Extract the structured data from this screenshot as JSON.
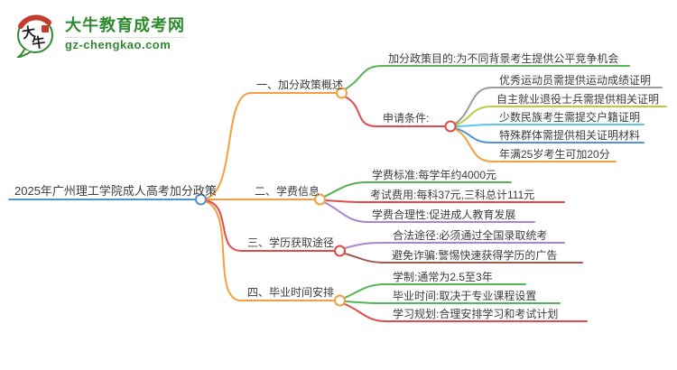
{
  "brand": {
    "name": "大牛教育成考网",
    "domain": "gz-chengkao.com",
    "logo_text_top": "大",
    "logo_text_bottom": "牛",
    "color": "#2f8a2f",
    "seal_color": "#c43c2e"
  },
  "mindmap": {
    "root": {
      "label": "2025年广州理工学院成人高考加分政策",
      "color": "#4e94d8"
    },
    "branches": [
      {
        "label": "一、加分政策概述",
        "color": "#f49f41",
        "children": [
          {
            "label": "加分政策目的:为不同背景考生提供公平竞争机会",
            "color": "#57b357"
          },
          {
            "label": "申请条件:",
            "color": "#e14b4b",
            "children": [
              {
                "label": "优秀运动员需提供运动成绩证明",
                "color": "#9b9b9b"
              },
              {
                "label": "自主就业退役士兵需提供相关证明",
                "color": "#bfc93e"
              },
              {
                "label": "少数民族考生需提交户籍证明",
                "color": "#56cbe9"
              },
              {
                "label": "特殊群体需提供相关证明材料",
                "color": "#4f93d2"
              },
              {
                "label": "年满25岁考生可加20分",
                "color": "#f49f41"
              }
            ]
          }
        ]
      },
      {
        "label": "二、学费信息",
        "color": "#f49f41",
        "children": [
          {
            "label": "学费标准:每学年约4000元",
            "color": "#57b357"
          },
          {
            "label": "考试费用:每科37元,三科总计111元",
            "color": "#e14b4b"
          },
          {
            "label": "学费合理性:促进成人教育发展",
            "color": "#a586cf"
          }
        ]
      },
      {
        "label": "三、学历获取途径",
        "color": "#e14b4b",
        "children": [
          {
            "label": "合法途径:必须通过全国录取统考",
            "color": "#a586cf"
          },
          {
            "label": "避免诈骗:警惕快速获得学历的广告",
            "color": "#a05b50"
          }
        ]
      },
      {
        "label": "四、毕业时间安排",
        "color": "#f49f41",
        "children": [
          {
            "label": "学制:通常为2.5至3年",
            "color": "#57b357"
          },
          {
            "label": "毕业时间:取决于专业课程设置",
            "color": "#57b357"
          },
          {
            "label": "学习规划:合理安排学习和考试计划",
            "color": "#e14b4b"
          }
        ]
      }
    ]
  }
}
